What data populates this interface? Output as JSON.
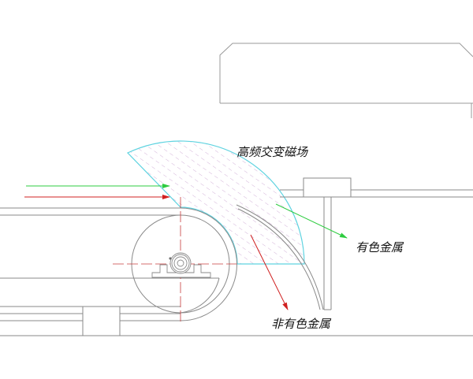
{
  "labels": {
    "magnetic_field": "高频交变磁场",
    "nonferrous_metal": "有色金属",
    "non_metal": "非有色金属"
  },
  "colors": {
    "line": "#8a8a8a",
    "field_outline": "#5fd3e0",
    "hatch": "#c8a0d0",
    "centerline": "#c83c3c",
    "green_arrow": "#2ecc40",
    "red_arrow": "#d02020"
  }
}
